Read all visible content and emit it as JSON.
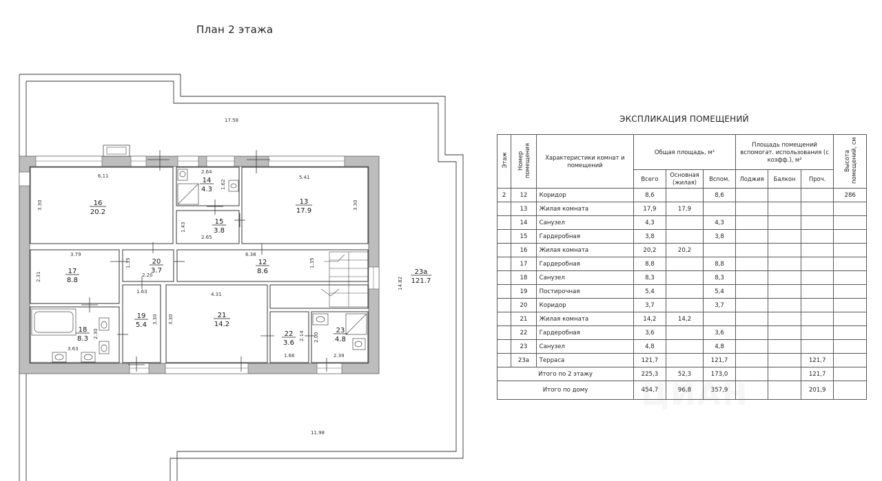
{
  "plan_title": "План 2 этажа",
  "explication_title": "ЭКСПЛИКАЦИЯ ПОМЕЩЕНИЙ",
  "watermark": "ЦИАН",
  "plan": {
    "rooms": [
      {
        "id": "16",
        "area": "20.2"
      },
      {
        "id": "14",
        "area": "4.3"
      },
      {
        "id": "15",
        "area": "3.8"
      },
      {
        "id": "13",
        "area": "17.9"
      },
      {
        "id": "17",
        "area": "8.8"
      },
      {
        "id": "20",
        "area": "3.7"
      },
      {
        "id": "12",
        "area": "8.6"
      },
      {
        "id": "18",
        "area": "8.3"
      },
      {
        "id": "19",
        "area": "5.4"
      },
      {
        "id": "21",
        "area": "14.2"
      },
      {
        "id": "22",
        "area": "3.6"
      },
      {
        "id": "23",
        "area": "4.8"
      },
      {
        "id": "23а",
        "area": "121.7"
      }
    ],
    "dims": {
      "terrace_top": "17.58",
      "terrace_bottom": "11.98",
      "terrace_right": "14.82",
      "r16_w": "6.11",
      "r16_h": "3.30",
      "r14_w": "2.64",
      "r14_h": "1.62",
      "r15_w": "2.65",
      "r15_h": "1.43",
      "r13_w": "5.41",
      "r13_h": "3.30",
      "r17_w": "3.79",
      "r17_h": "2.31",
      "r20_w": "2.20",
      "r20_h": "1.35",
      "r12_w": "6.38",
      "r12_h": "1.35",
      "r18_w": "3.63",
      "r18_h": "2.30",
      "r19_w": "1.63",
      "r19_h": "3.30",
      "r21_w": "4.31",
      "r21_h": "3.30",
      "r22_w": "1.66",
      "r22_h": "2.14",
      "r23_w": "2.39",
      "r23_h": "2.00"
    }
  },
  "table": {
    "headers": {
      "floor": "Этаж",
      "room_no": "Номер помещения",
      "characteristics": "Характеристики комнат и помещений",
      "total_area": "Общая площадь, м²",
      "aux_area": "Площадь помещений вспомогат. использования (с коэфф.), м²",
      "height": "Высота помещений, см",
      "sub_total": "Всего",
      "sub_main": "Основная (жилая)",
      "sub_aux": "Вспом.",
      "sub_loggia": "Лоджия",
      "sub_balcony": "Балкон",
      "sub_other": "Проч."
    },
    "rows": [
      {
        "floor": "2",
        "no": "12",
        "name": "Коридор",
        "total": "8,6",
        "main": "",
        "aux": "8,6",
        "loggia": "",
        "balcony": "",
        "other": "",
        "height": "286"
      },
      {
        "floor": "",
        "no": "13",
        "name": "Жилая комната",
        "total": "17,9",
        "main": "17,9",
        "aux": "",
        "loggia": "",
        "balcony": "",
        "other": "",
        "height": ""
      },
      {
        "floor": "",
        "no": "14",
        "name": "Санузел",
        "total": "4,3",
        "main": "",
        "aux": "4,3",
        "loggia": "",
        "balcony": "",
        "other": "",
        "height": ""
      },
      {
        "floor": "",
        "no": "15",
        "name": "Гардеробная",
        "total": "3,8",
        "main": "",
        "aux": "3,8",
        "loggia": "",
        "balcony": "",
        "other": "",
        "height": ""
      },
      {
        "floor": "",
        "no": "16",
        "name": "Жилая комната",
        "total": "20,2",
        "main": "20,2",
        "aux": "",
        "loggia": "",
        "balcony": "",
        "other": "",
        "height": ""
      },
      {
        "floor": "",
        "no": "17",
        "name": "Гардеробная",
        "total": "8,8",
        "main": "",
        "aux": "8,8",
        "loggia": "",
        "balcony": "",
        "other": "",
        "height": ""
      },
      {
        "floor": "",
        "no": "18",
        "name": "Санузел",
        "total": "8,3",
        "main": "",
        "aux": "8,3",
        "loggia": "",
        "balcony": "",
        "other": "",
        "height": ""
      },
      {
        "floor": "",
        "no": "19",
        "name": "Постирочная",
        "total": "5,4",
        "main": "",
        "aux": "5,4",
        "loggia": "",
        "balcony": "",
        "other": "",
        "height": ""
      },
      {
        "floor": "",
        "no": "20",
        "name": "Коридор",
        "total": "3,7",
        "main": "",
        "aux": "3,7",
        "loggia": "",
        "balcony": "",
        "other": "",
        "height": ""
      },
      {
        "floor": "",
        "no": "21",
        "name": "Жилая комната",
        "total": "14,2",
        "main": "14,2",
        "aux": "",
        "loggia": "",
        "balcony": "",
        "other": "",
        "height": ""
      },
      {
        "floor": "",
        "no": "22",
        "name": "Гардеробная",
        "total": "3,6",
        "main": "",
        "aux": "3,6",
        "loggia": "",
        "balcony": "",
        "other": "",
        "height": ""
      },
      {
        "floor": "",
        "no": "23",
        "name": "Санузел",
        "total": "4,8",
        "main": "",
        "aux": "4,8",
        "loggia": "",
        "balcony": "",
        "other": "",
        "height": ""
      },
      {
        "floor": "",
        "no": "23а",
        "name": "Терраса",
        "total": "121,7",
        "main": "",
        "aux": "121,7",
        "loggia": "",
        "balcony": "",
        "other": "121,7",
        "height": ""
      }
    ],
    "totals": [
      {
        "label": "Итого по 2 этажу",
        "total": "225,3",
        "main": "52,3",
        "aux": "173,0",
        "loggia": "",
        "balcony": "",
        "other": "121,7",
        "height": ""
      },
      {
        "label": "Итого по дому",
        "total": "454,7",
        "main": "96,8",
        "aux": "357,9",
        "loggia": "",
        "balcony": "",
        "other": "201,9",
        "height": ""
      }
    ]
  }
}
